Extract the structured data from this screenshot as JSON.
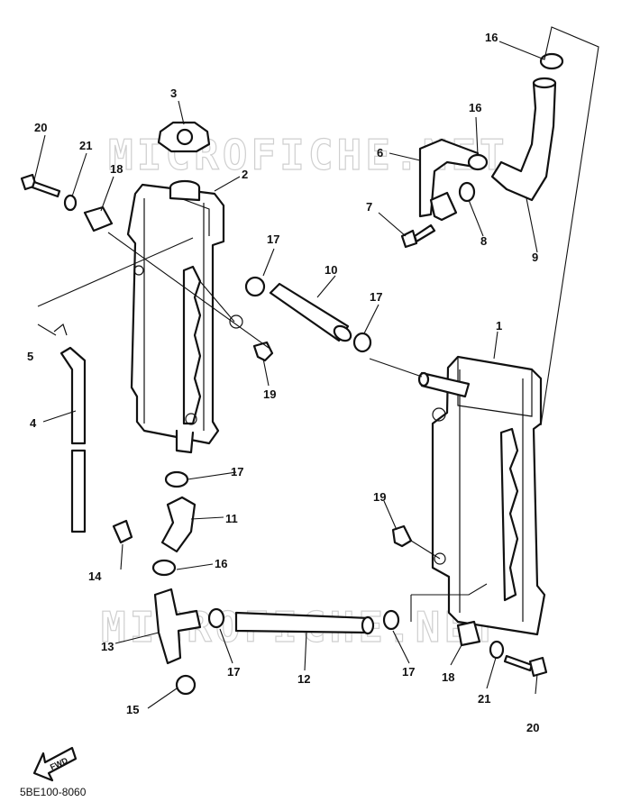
{
  "watermarks": [
    "MICROFICHE.NET",
    "MICROFICHE.NET"
  ],
  "drawing_code": "5BE100-8060",
  "fwd_label": "FWD",
  "callouts": [
    {
      "id": "c1",
      "text": "1"
    },
    {
      "id": "c2",
      "text": "2"
    },
    {
      "id": "c3",
      "text": "3"
    },
    {
      "id": "c4",
      "text": "4"
    },
    {
      "id": "c5",
      "text": "5"
    },
    {
      "id": "c6",
      "text": "6"
    },
    {
      "id": "c7",
      "text": "7"
    },
    {
      "id": "c8",
      "text": "8"
    },
    {
      "id": "c9",
      "text": "9"
    },
    {
      "id": "c10",
      "text": "10"
    },
    {
      "id": "c11",
      "text": "11"
    },
    {
      "id": "c12",
      "text": "12"
    },
    {
      "id": "c13",
      "text": "13"
    },
    {
      "id": "c14",
      "text": "14"
    },
    {
      "id": "c15",
      "text": "15"
    },
    {
      "id": "c16a",
      "text": "16"
    },
    {
      "id": "c16b",
      "text": "16"
    },
    {
      "id": "c16c",
      "text": "16"
    },
    {
      "id": "c17a",
      "text": "17"
    },
    {
      "id": "c17b",
      "text": "17"
    },
    {
      "id": "c17c",
      "text": "17"
    },
    {
      "id": "c17d",
      "text": "17"
    },
    {
      "id": "c17e",
      "text": "17"
    },
    {
      "id": "c18a",
      "text": "18"
    },
    {
      "id": "c18b",
      "text": "18"
    },
    {
      "id": "c19a",
      "text": "19"
    },
    {
      "id": "c19b",
      "text": "19"
    },
    {
      "id": "c20a",
      "text": "20"
    },
    {
      "id": "c20b",
      "text": "20"
    },
    {
      "id": "c21a",
      "text": "21"
    },
    {
      "id": "c21b",
      "text": "21"
    }
  ]
}
